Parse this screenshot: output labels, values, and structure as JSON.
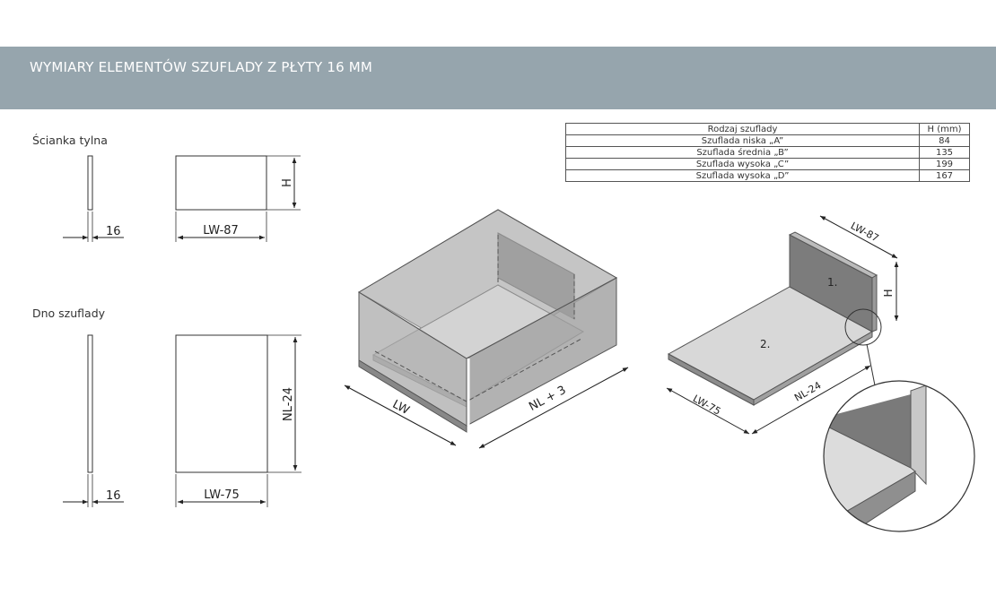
{
  "banner": {
    "title": "WYMIARY ELEMENTÓW SZUFLADY Z PŁYTY 16 MM"
  },
  "colors": {
    "banner": "#96a5ad",
    "panel_dark": "#8c8c8c",
    "panel_light": "#d6d6d6"
  },
  "sections": {
    "back_panel": {
      "title": "Ścianka tylna",
      "thickness": "16",
      "width": "LW-87",
      "height": "H"
    },
    "bottom": {
      "title": "Dno szuflady",
      "thickness": "16",
      "width": "LW-75",
      "depth": "NL-24"
    }
  },
  "table": {
    "headers": [
      "Rodzaj szuflady",
      "H (mm)"
    ],
    "rows": [
      {
        "type": "Szuflada niska „A”",
        "h": "84"
      },
      {
        "type": "Szuflada średnia „B”",
        "h": "135"
      },
      {
        "type": "Szuflada wysoka „C”",
        "h": "199"
      },
      {
        "type": "Szuflada wysoka „D”",
        "h": "167"
      }
    ]
  },
  "iso_drawer": {
    "width_label": "LW",
    "depth_label": "NL + 3"
  },
  "iso_parts": {
    "width_top": "LW-87",
    "height": "H",
    "part1": "1.",
    "part2": "2.",
    "width_bottom": "LW-75",
    "depth": "NL-24"
  }
}
